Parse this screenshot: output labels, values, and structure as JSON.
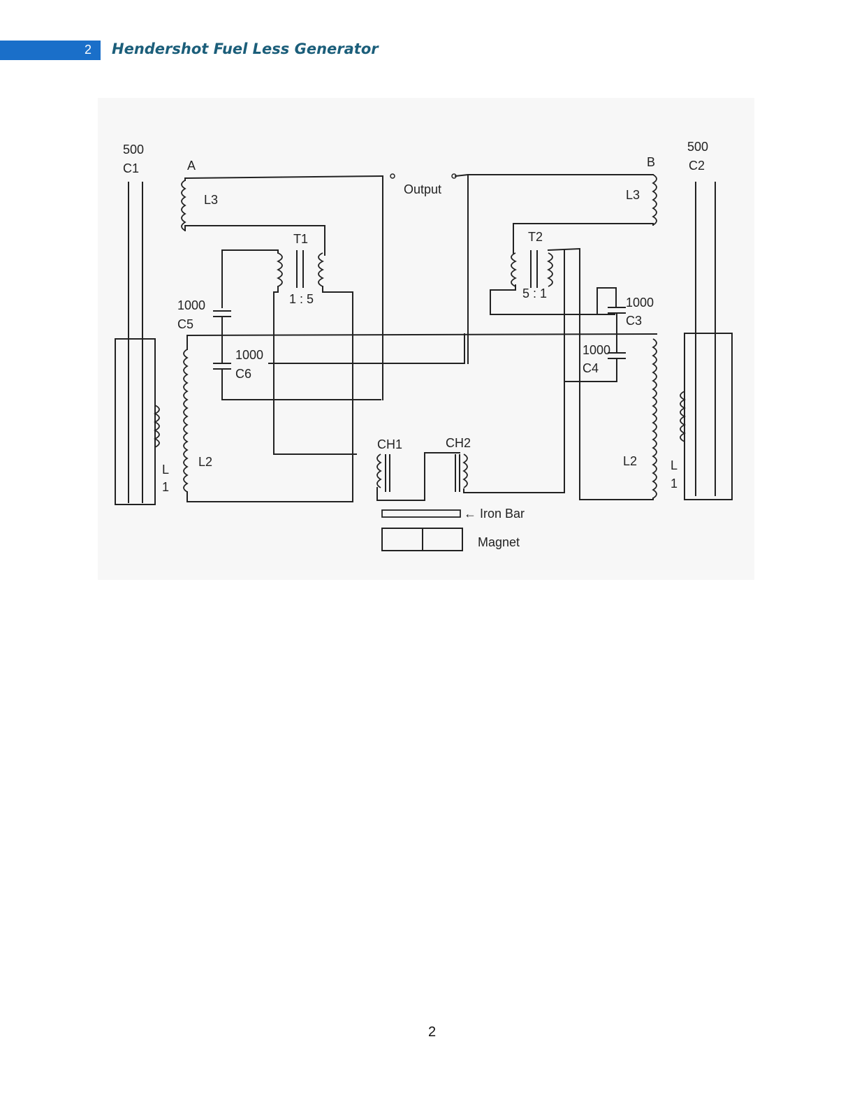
{
  "header": {
    "page_number": "2",
    "title": "Hendershot Fuel Less Generator"
  },
  "footer": {
    "page_number": "2"
  },
  "diagram": {
    "labels": {
      "c1_value": "500",
      "c1": "C1",
      "c2_value": "500",
      "c2": "C2",
      "a": "A",
      "b": "B",
      "output": "Output",
      "l3_left": "L3",
      "l3_right": "L3",
      "t1": "T1",
      "t1_ratio": "1 : 5",
      "t2": "T2",
      "t2_ratio": "5 : 1",
      "c5_value": "1000",
      "c5": "C5",
      "c6_value": "1000",
      "c6": "C6",
      "c3_value": "1000",
      "c3": "C3",
      "c4_value": "1000",
      "c4": "C4",
      "l2_left": "L2",
      "l2_right": "L2",
      "l1_left_l": "L",
      "l1_left_1": "1",
      "l1_right_l": "L",
      "l1_right_1": "1",
      "ch1": "CH1",
      "ch2": "CH2",
      "iron_bar": "← Iron Bar",
      "magnet": "Magnet"
    }
  }
}
